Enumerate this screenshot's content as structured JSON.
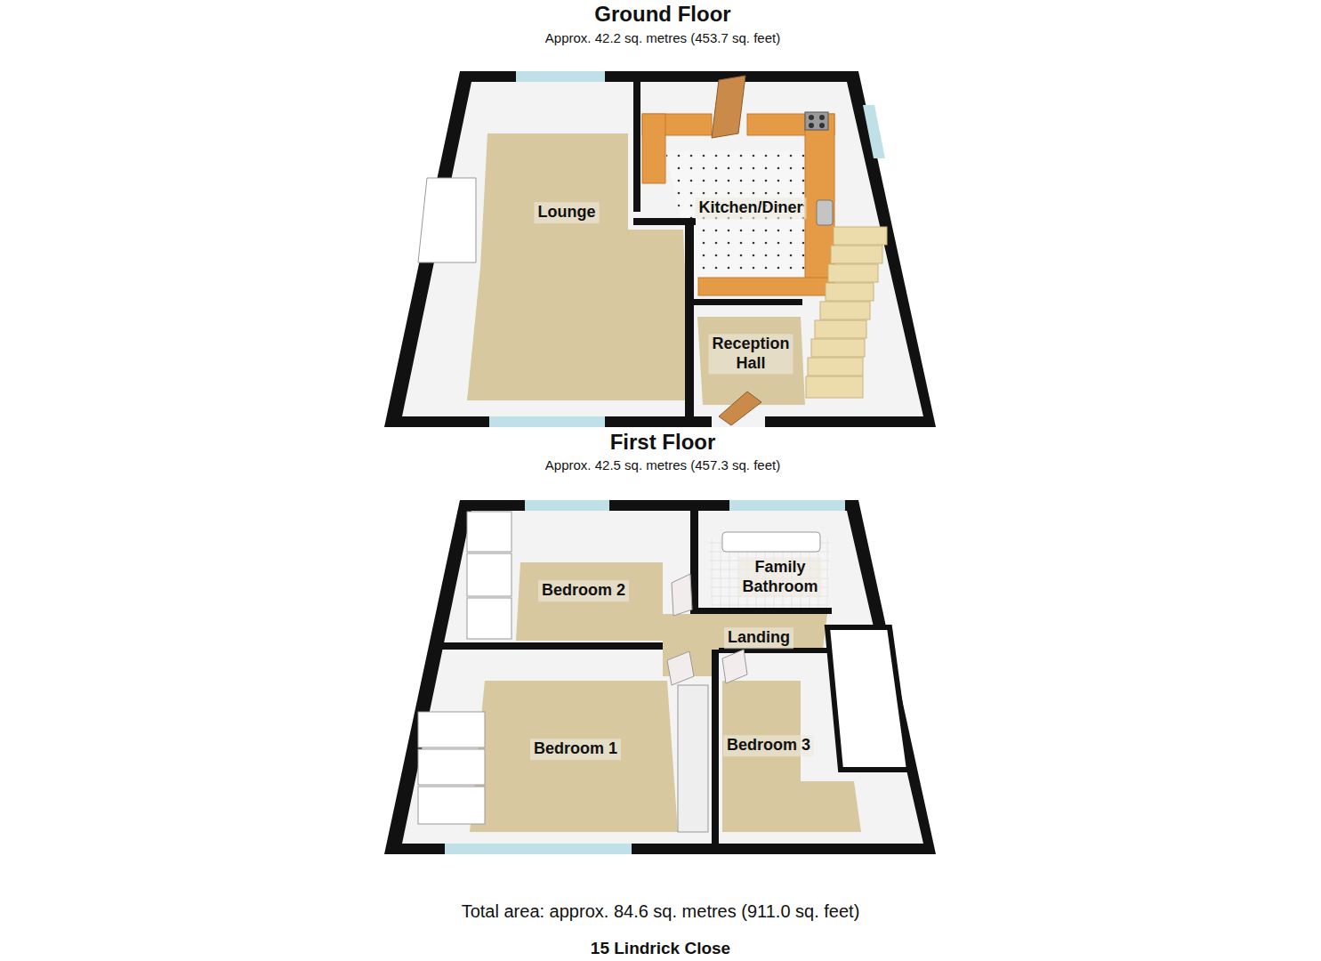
{
  "diagram": {
    "caption": "Total area: approx. 84.6 sq. metres (911.0 sq. feet)",
    "nodes": [
      {
        "text": [
          "Ground Floor",
          "Approx. 42.2 sq. metres (453.7 sq. feet)"
        ]
      },
      {
        "text": [
          "Lounge"
        ],
        "in": 0
      },
      {
        "text": [
          "Kitchen/Diner"
        ],
        "in": 0
      },
      {
        "text": [
          "Reception Hall"
        ],
        "in": 0
      },
      {
        "text": [
          "First Floor",
          "Approx. 42.5 sq. metres (457.3 sq. feet)"
        ]
      },
      {
        "text": [
          "Bedroom 2"
        ],
        "in": 4
      },
      {
        "text": [
          "Family Bathroom"
        ],
        "in": 4
      },
      {
        "text": [
          "Landing"
        ],
        "in": 4
      },
      {
        "text": [
          "Bedroom 1"
        ],
        "in": 4
      },
      {
        "text": [
          "Bedroom 3"
        ],
        "in": 4
      }
    ],
    "labels": [
      "15 Lindrick Close"
    ]
  }
}
